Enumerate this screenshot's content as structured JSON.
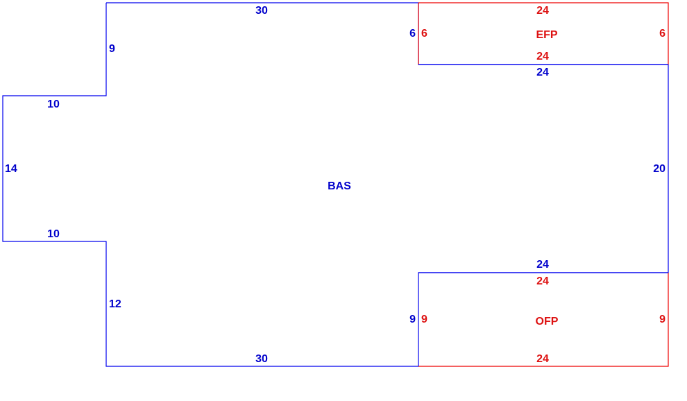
{
  "colors": {
    "base": "#0000ee",
    "addition": "#ee0000"
  },
  "areas": {
    "bas": {
      "code": "BAS"
    },
    "efp": {
      "code": "EFP"
    },
    "ofp": {
      "code": "OFP"
    }
  },
  "dims": {
    "bas_top": "30",
    "bas_upper_left_side": "9",
    "bas_upper_step": "10",
    "bas_left": "14",
    "bas_lower_step": "10",
    "bas_lower_left_side": "12",
    "bas_bottom": "30",
    "bas_right": "20",
    "bas_efp_shared_side": "6",
    "bas_efp_shared_bottom": "24",
    "bas_ofp_shared_top": "24",
    "bas_ofp_shared_side": "9",
    "efp_top": "24",
    "efp_left": "6",
    "efp_right": "6",
    "efp_bottom": "24",
    "ofp_top": "24",
    "ofp_left": "9",
    "ofp_right": "9",
    "ofp_bottom": "24"
  }
}
